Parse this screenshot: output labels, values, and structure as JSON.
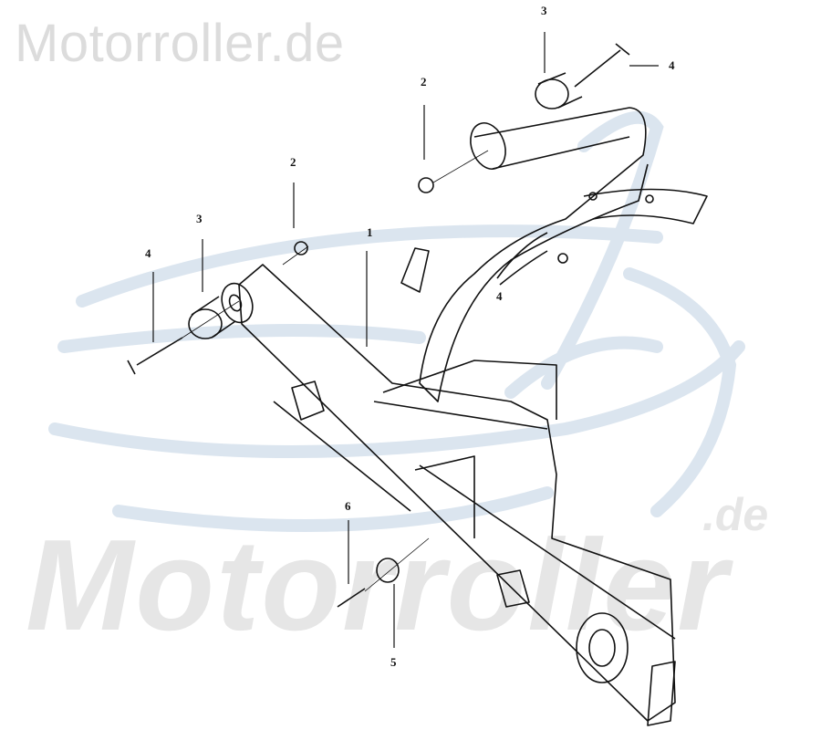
{
  "watermark": {
    "top": "Motorroller.de",
    "big": "Motorroller",
    "big_suffix": ".de"
  },
  "part_labels": [
    "1",
    "2",
    "2",
    "3",
    "3",
    "4",
    "4",
    "4",
    "5",
    "6"
  ],
  "colors": {
    "line": "#111111",
    "watermark_text": "#dcdcdc",
    "logo_swoosh": "#dbe5ef"
  }
}
